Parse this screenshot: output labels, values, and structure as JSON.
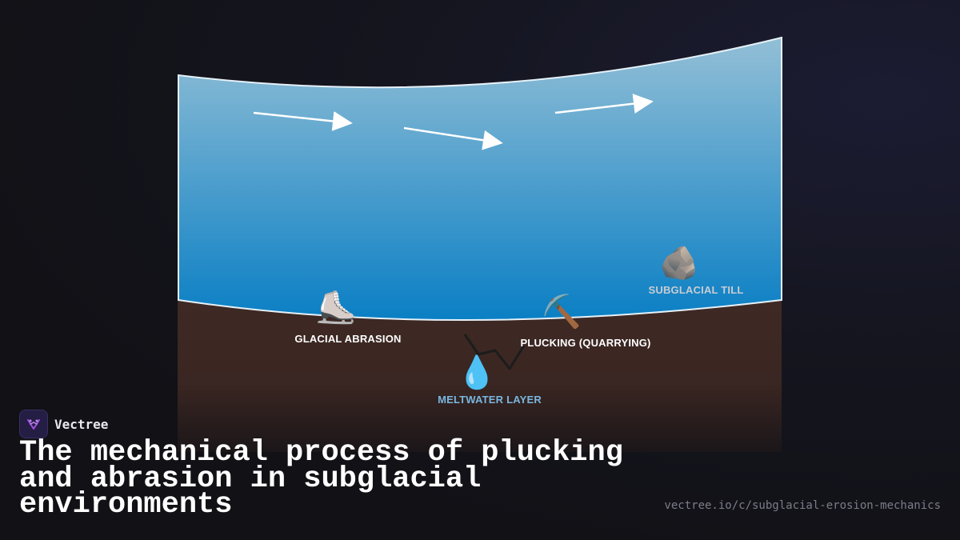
{
  "brand": {
    "name": "Vectree",
    "accent": "#a04fe0"
  },
  "headline": "The mechanical process of plucking and abrasion in subglacial environments",
  "url": "vectree.io/c/subglacial-erosion-mechanics",
  "diagram": {
    "colors": {
      "ice_top": "#93bfd6",
      "ice_bottom": "#0a7fc4",
      "bedrock": "#3e2823",
      "crack": "#1c1c1c",
      "arrow": "#ffffff"
    },
    "labels": {
      "abrasion": "GLACIAL ABRASION",
      "plucking": "PLUCKING (QUARRYING)",
      "till": "SUBGLACIAL TILL",
      "meltwater": "MELTWATER LAYER"
    },
    "icons": {
      "abrasion": "⛸️",
      "plucking": "⛏️",
      "till": "🪨",
      "meltwater": "💧"
    },
    "label_colors": {
      "abrasion": "#ffffff",
      "plucking": "#ffffff",
      "till": "#c9ccd2",
      "meltwater": "#7ab6de"
    }
  }
}
